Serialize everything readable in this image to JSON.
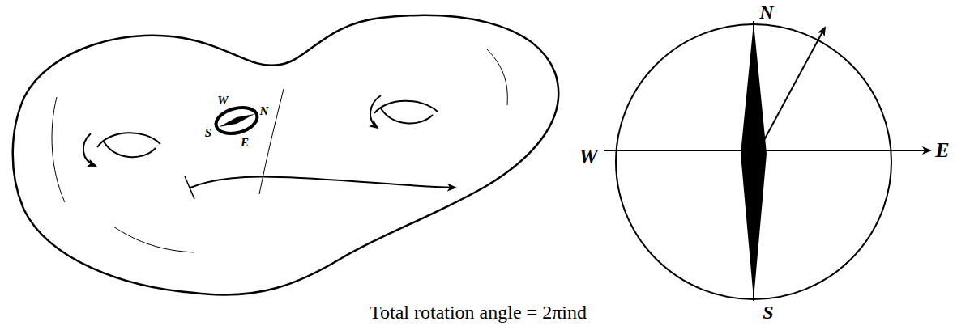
{
  "diagram": {
    "caption": "Total rotation angle = 2πind",
    "labels": [
      "W",
      "N",
      "S",
      "E",
      "N",
      "W",
      "E",
      "S"
    ]
  }
}
